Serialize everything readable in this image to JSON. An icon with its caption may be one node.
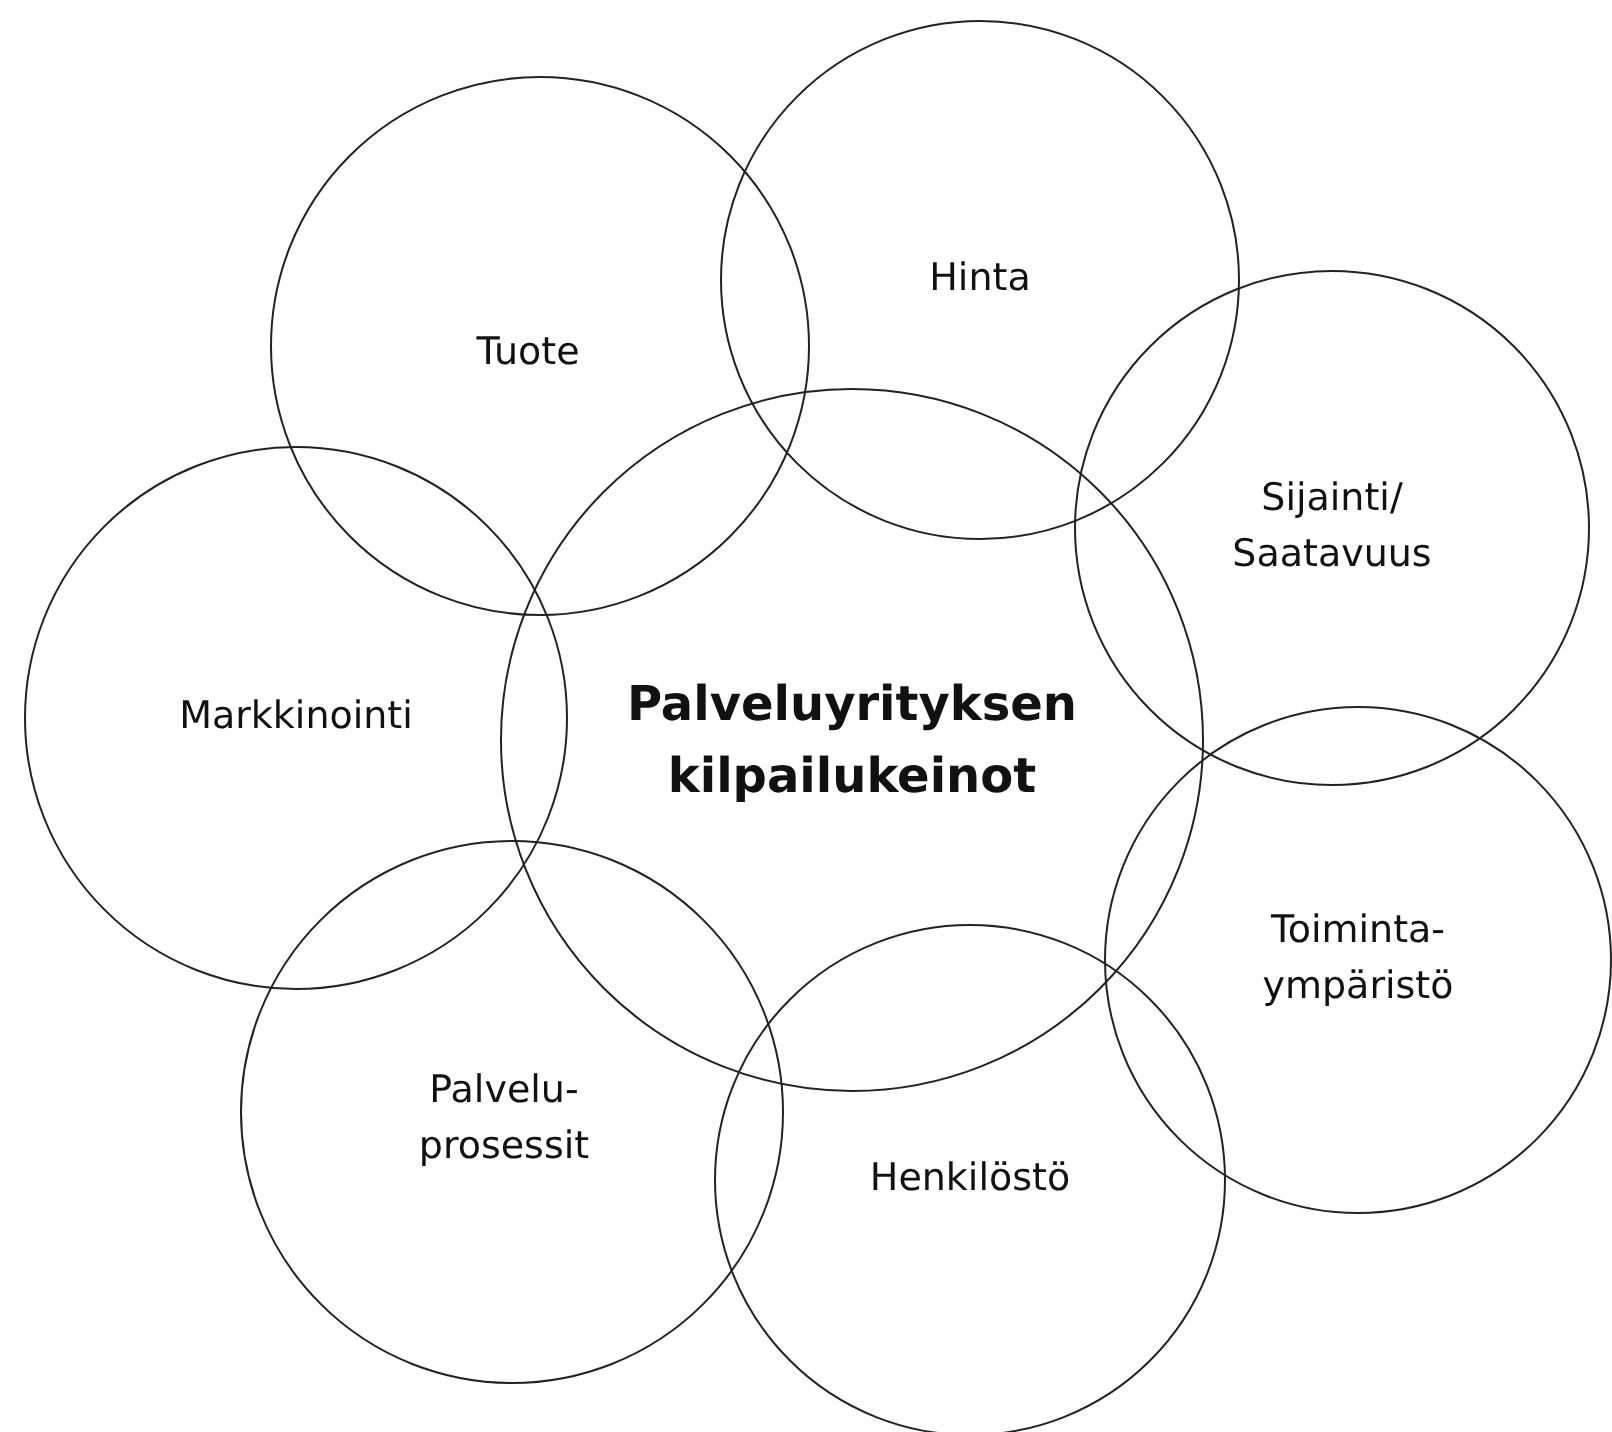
{
  "diagram": {
    "nodes": [
      {
        "text": [
          "Hinta"
        ]
      },
      {
        "text": [
          "Tuote"
        ]
      },
      {
        "text": [
          "Sijainti/ Saatavuus"
        ]
      },
      {
        "text": [
          "Markkinointi"
        ]
      },
      {
        "text": [
          "Palveluyrityksen kilpailukeinot"
        ]
      },
      {
        "text": [
          "Toiminta- ympäristö"
        ]
      },
      {
        "text": [
          "Palvelu- prosessit"
        ]
      },
      {
        "text": [
          "Henkilöstö"
        ]
      }
    ]
  }
}
